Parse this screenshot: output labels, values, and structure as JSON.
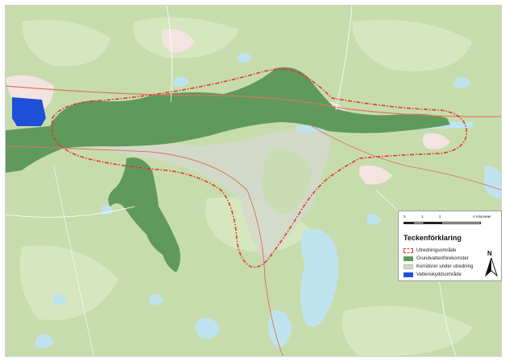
{
  "legend": {
    "title": "Teckenförklaring",
    "items": [
      {
        "label": "Utredningsområde",
        "swatch": "dashed-red-outline",
        "color": "#e23a2b"
      },
      {
        "label": "Grundvattenförekomster",
        "swatch": "fill",
        "color": "#5f9a5c"
      },
      {
        "label": "Korridorer under utredning",
        "swatch": "fill",
        "color": "#d3d8cd"
      },
      {
        "label": "Vattenskyddsområde",
        "swatch": "fill",
        "color": "#1f4fd8"
      }
    ]
  },
  "scale_bar": {
    "ticks": [
      "0",
      "1",
      "2",
      "4 Kilometer"
    ]
  },
  "north_arrow": {
    "label": "N",
    "icon": "north-arrow-icon"
  },
  "colors": {
    "basemap_green": "#c7dcac",
    "forest_light": "#d6e6be",
    "water": "#bfe3ee",
    "groundwater": "#5f9a5c",
    "corridor": "#d3d8cd",
    "protection_area": "#1f4fd8",
    "study_area_outline": "#e23a2b",
    "urban": "#f3e4e1"
  }
}
